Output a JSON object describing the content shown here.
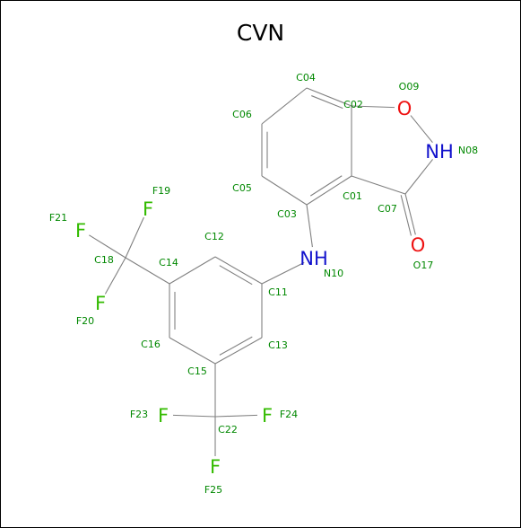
{
  "title": "CVN",
  "colors": {
    "bond": "#808080",
    "carbon": "#008800",
    "fluorine": "#33bb00",
    "oxygen": "#ee1111",
    "nitrogen": "#1111cc",
    "label": "#008800"
  },
  "atoms": [
    {
      "id": "C01"
    },
    {
      "id": "C02"
    },
    {
      "id": "C03"
    },
    {
      "id": "C04"
    },
    {
      "id": "C05"
    },
    {
      "id": "C06"
    },
    {
      "id": "C07"
    },
    {
      "id": "N08",
      "symbol": "NH"
    },
    {
      "id": "O09",
      "symbol": "O"
    },
    {
      "id": "N10",
      "symbol": "NH"
    },
    {
      "id": "C11"
    },
    {
      "id": "C12"
    },
    {
      "id": "C13"
    },
    {
      "id": "C14"
    },
    {
      "id": "C15"
    },
    {
      "id": "C16"
    },
    {
      "id": "O17",
      "symbol": "O"
    },
    {
      "id": "C18"
    },
    {
      "id": "F19",
      "symbol": "F"
    },
    {
      "id": "F20",
      "symbol": "F"
    },
    {
      "id": "F21",
      "symbol": "F"
    },
    {
      "id": "C22"
    },
    {
      "id": "F23",
      "symbol": "F"
    },
    {
      "id": "F24",
      "symbol": "F"
    },
    {
      "id": "F25",
      "symbol": "F"
    }
  ],
  "bonds": [
    [
      "C01",
      "C02",
      1
    ],
    [
      "C02",
      "C04",
      2
    ],
    [
      "C04",
      "C06",
      1
    ],
    [
      "C06",
      "C05",
      2
    ],
    [
      "C05",
      "C03",
      1
    ],
    [
      "C03",
      "C01",
      2
    ],
    [
      "C02",
      "O09",
      1
    ],
    [
      "O09",
      "N08",
      1
    ],
    [
      "N08",
      "C07",
      1
    ],
    [
      "C07",
      "C01",
      1
    ],
    [
      "C07",
      "O17",
      2
    ],
    [
      "C03",
      "N10",
      1
    ],
    [
      "N10",
      "C11",
      1
    ],
    [
      "C11",
      "C12",
      2
    ],
    [
      "C12",
      "C14",
      1
    ],
    [
      "C14",
      "C16",
      2
    ],
    [
      "C16",
      "C15",
      1
    ],
    [
      "C15",
      "C13",
      2
    ],
    [
      "C13",
      "C11",
      1
    ],
    [
      "C14",
      "C18",
      1
    ],
    [
      "C18",
      "F19",
      1
    ],
    [
      "C18",
      "F20",
      1
    ],
    [
      "C18",
      "F21",
      1
    ],
    [
      "C15",
      "C22",
      1
    ],
    [
      "C22",
      "F23",
      1
    ],
    [
      "C22",
      "F24",
      1
    ],
    [
      "C22",
      "F25",
      1
    ]
  ]
}
